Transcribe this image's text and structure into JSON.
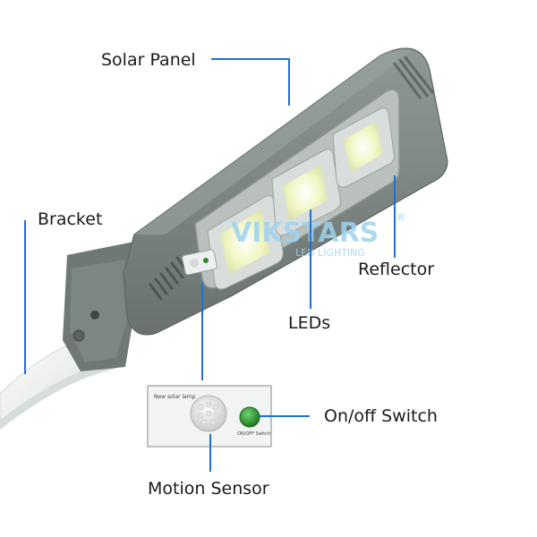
{
  "labels": {
    "solar_panel": "Solar Panel",
    "bracket": "Bracket",
    "reflector": "Reflector",
    "leds": "LEDs",
    "on_off_switch": "On/off Switch",
    "motion_sensor": "Motion Sensor"
  },
  "watermark": {
    "brand": "VIKSTARS",
    "registered": "®",
    "tagline": "LED LIGHTING"
  },
  "inset_panel": {
    "title": "New solar lamp",
    "switch_text": "ON/OFF Switch"
  },
  "colors": {
    "leader_line": "#1e6fd8",
    "housing": "#7d8784",
    "housing_dark": "#5e6764",
    "led_glow": "#f4f8c8",
    "switch_green": "#2e9a2e",
    "watermark": "#9fd3ee"
  }
}
